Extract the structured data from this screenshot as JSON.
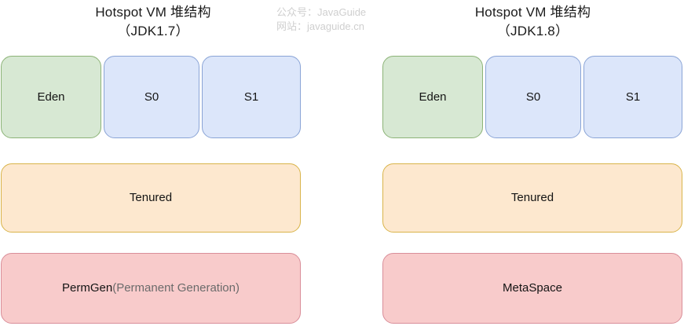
{
  "watermark": {
    "line1": "公众号：JavaGuide",
    "line2": "网站：javaguide.cn",
    "color": "#cfcfcf"
  },
  "palette": {
    "green_fill": "#d7e8d3",
    "green_border": "#8cb377",
    "blue_fill": "#dce6fa",
    "blue_border": "#8aa4d6",
    "orange_fill": "#fde8cf",
    "orange_border": "#d9b44a",
    "pink_fill": "#f8cbcb",
    "pink_border": "#d98e99",
    "text": "#141414",
    "muted_text": "#6b6b6b",
    "background": "#ffffff"
  },
  "diagrams": [
    {
      "id": "jdk17",
      "title_line1": "Hotspot VM  堆结构",
      "title_line2": "（JDK1.7）",
      "young_generation": [
        {
          "label": "Eden",
          "color": "green"
        },
        {
          "label": "S0",
          "color": "blue"
        },
        {
          "label": "S1",
          "color": "blue"
        }
      ],
      "old_generation": {
        "label": "Tenured",
        "color": "orange"
      },
      "permanent_area": {
        "label_primary": "PermGen",
        "label_secondary": "(Permanent Generation)",
        "color": "pink"
      }
    },
    {
      "id": "jdk18",
      "title_line1": "Hotspot VM  堆结构",
      "title_line2": "（JDK1.8）",
      "young_generation": [
        {
          "label": "Eden",
          "color": "green"
        },
        {
          "label": "S0",
          "color": "blue"
        },
        {
          "label": "S1",
          "color": "blue"
        }
      ],
      "old_generation": {
        "label": "Tenured",
        "color": "orange"
      },
      "permanent_area": {
        "label_primary": "MetaSpace",
        "label_secondary": "",
        "color": "pink"
      }
    }
  ]
}
